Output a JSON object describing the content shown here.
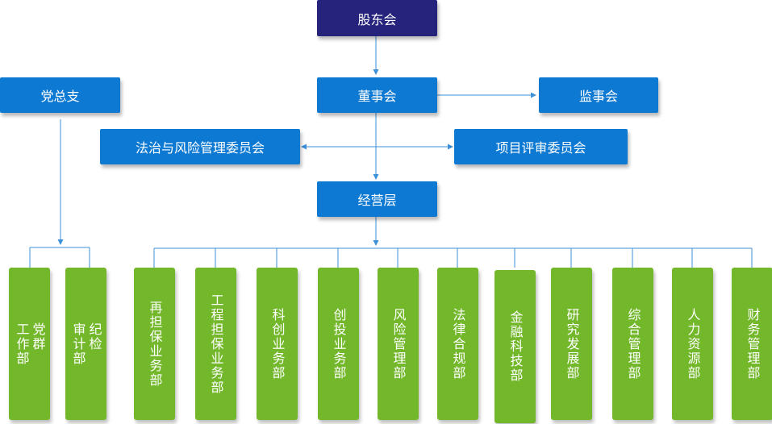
{
  "colors": {
    "navy": "#25237b",
    "blue": "#0d79d2",
    "green": "#73b82a",
    "line": "#3d8fd8"
  },
  "top": {
    "shareholders": "股东会",
    "board": "董事会",
    "supervisors": "监事会",
    "party": "党总支",
    "risk_committee": "法治与风险管理委员会",
    "review_committee": "项目评审委员会",
    "management": "经营层"
  },
  "party_depts": [
    "党群\n工作部",
    "纪检\n审计部"
  ],
  "depts": [
    "再担保业务部",
    "工程担保业务部",
    "科创业务部",
    "创投业务部",
    "风险管理部",
    "法律合规部",
    "金融科技部",
    "研究发展部",
    "综合管理部",
    "人力资源部",
    "财务管理部"
  ]
}
